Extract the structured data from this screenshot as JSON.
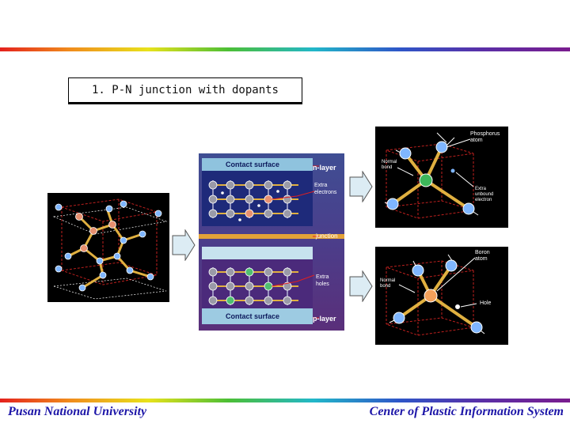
{
  "title": "1. P-N junction with dopants",
  "junction_panel": {
    "contact_surface_top": "Contact surface",
    "n_layer": "n-layer",
    "extra_electrons": [
      "Extra",
      "electrons"
    ],
    "junction": "junction",
    "extra_holes": [
      "Extra",
      "holes"
    ],
    "contact_surface_bottom": "Contact surface",
    "p_layer": "p-layer"
  },
  "phosphorus_panel": {
    "dopant_atom": [
      "Phosphorus",
      "atom"
    ],
    "normal_bond": [
      "Normal",
      "bond"
    ],
    "extra_electron": [
      "Extra",
      "unbound",
      "electron"
    ]
  },
  "boron_panel": {
    "dopant_atom": [
      "Boron",
      "atom"
    ],
    "normal_bond": [
      "Normal",
      "bond"
    ],
    "hole": "Hole"
  },
  "footer": {
    "left": "Pusan National University",
    "right": "Center of Plastic Information System"
  },
  "colors": {
    "footer_text": "#1d16a8",
    "atom": "#7fb6ff",
    "bond": "#e0b040",
    "phosphorus_atom": "#3db85a",
    "dashed_cell": "#c0201e"
  },
  "icons": {
    "arrow": "right-arrow-icon"
  }
}
